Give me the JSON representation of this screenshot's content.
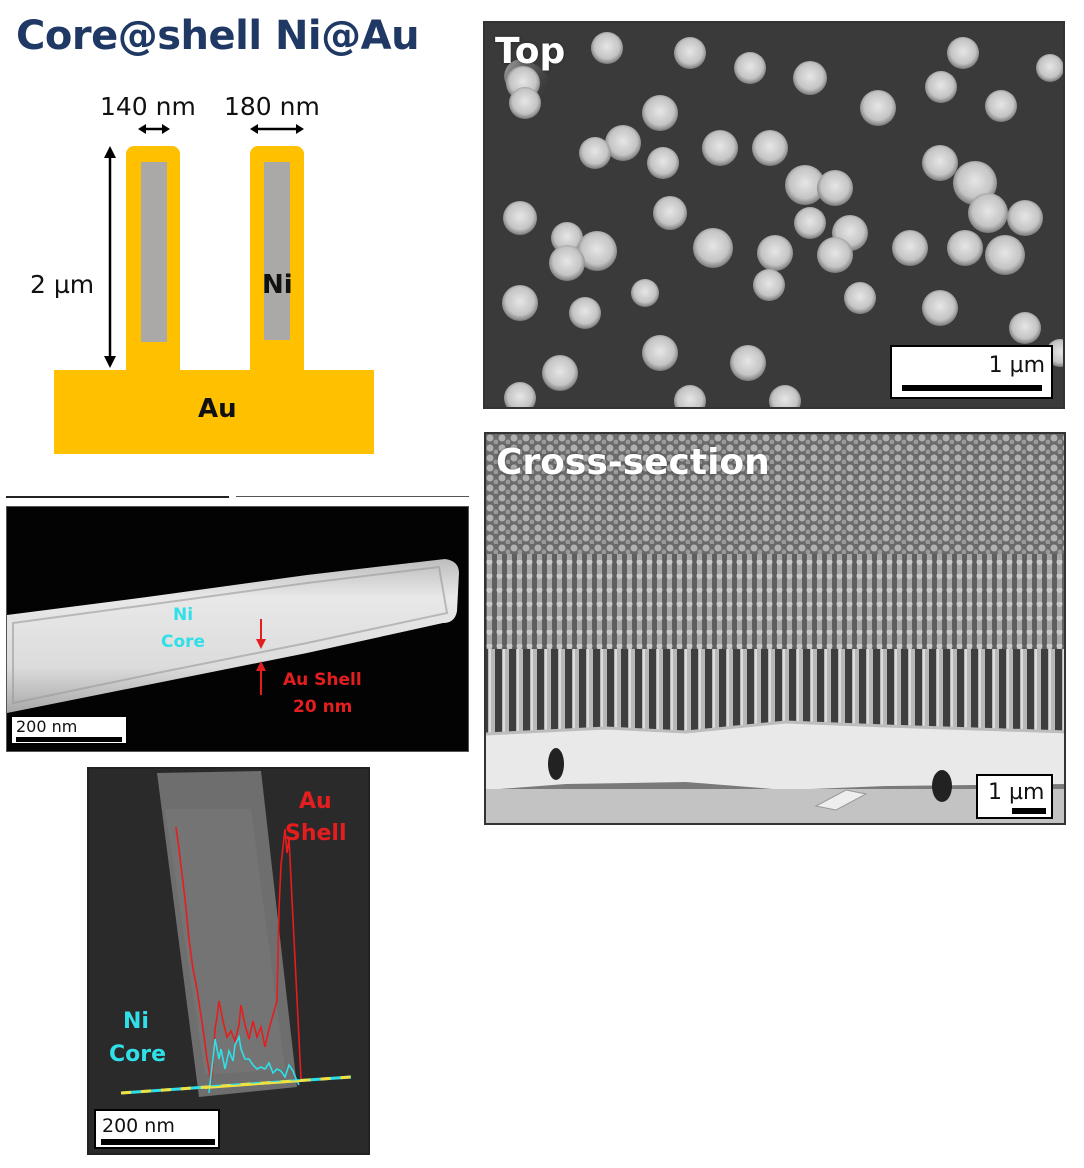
{
  "title": "Core@shell Ni@Au",
  "schematic": {
    "width_core_label": "140 nm",
    "width_total_label": "180 nm",
    "height_label": "2 µm",
    "core_label": "Ni",
    "substrate_label": "Au",
    "colors": {
      "gold": "#ffc000",
      "nickel": "#aba9a7",
      "title": "#1f3864"
    }
  },
  "panels": {
    "tem_horizontal": {
      "core_label_line1": "Ni",
      "core_label_line2": "Core",
      "shell_label_line1": "Au Shell",
      "shell_label_line2": "20 nm",
      "scale_label": "200 nm"
    },
    "eds_linescan": {
      "shell_label_line1": "Au",
      "shell_label_line2": "Shell",
      "core_label_line1": "Ni",
      "core_label_line2": "Core",
      "scale_label": "200 nm",
      "colors": {
        "au_trace": "#e41e1e",
        "ni_trace": "#2fe0e8",
        "scan_line": "#f0e040"
      }
    },
    "sem_top": {
      "label": "Top",
      "scale_label": "1 µm"
    },
    "sem_cross_section": {
      "label": "Cross-section",
      "scale_label": "1 µm"
    }
  }
}
